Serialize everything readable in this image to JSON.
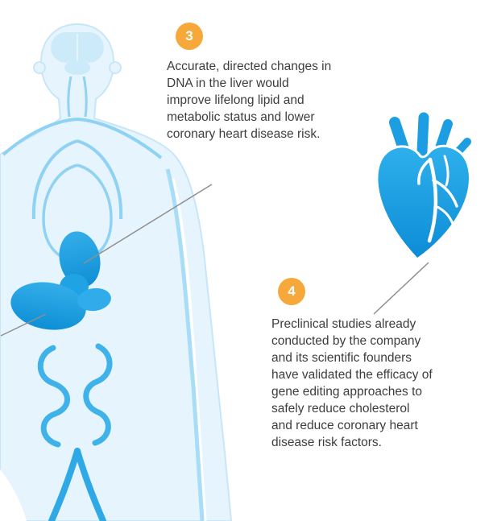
{
  "callouts": [
    {
      "number": "3",
      "text": "Accurate, directed changes in\nDNA in the liver would\nimprove lifelong lipid and\nmetabolic status and lower\ncoronary heart disease risk."
    },
    {
      "number": "4",
      "text": "Preclinical studies already\nconducted by the company\nand its scientific founders\nhave validated the efficacy of\ngene editing approaches to\nsafely reduce cholesterol\nand reduce coronary heart\ndisease risk factors."
    }
  ],
  "illustrations": [
    {
      "name": "human-body-circulatory-system-illustration"
    },
    {
      "name": "anatomical-heart-illustration"
    }
  ],
  "colors": {
    "badge_orange": "#F6A83B",
    "illustration_blue": "#1B9CE0",
    "illustration_light_blue": "#E6F4FD",
    "vessel_blue": "#8FD2F4",
    "leader_line_gray": "#8F8F8F",
    "text_gray": "#3D3D3D"
  }
}
